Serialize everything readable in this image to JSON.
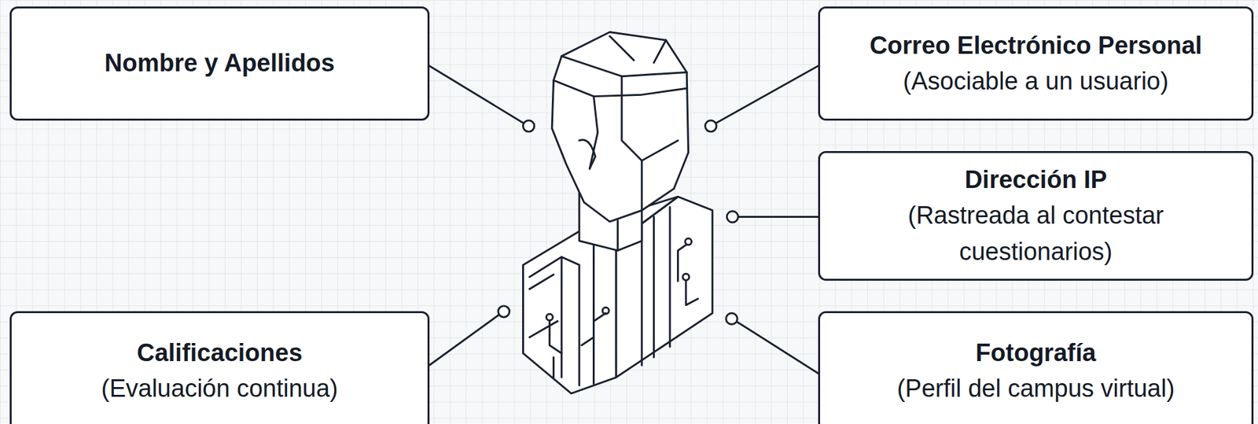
{
  "diagram": {
    "nodes": [
      {
        "text": [
          "Nombre y Apellidos"
        ]
      },
      {
        "text": [
          "Correo Electrónico Personal",
          "(Asociable a un usuario)"
        ]
      },
      {
        "text": [
          "Dirección IP",
          "(Rastreada al contestar cuestionarios)"
        ]
      },
      {
        "text": [
          "Calificaciones",
          "(Evaluación continua)"
        ]
      },
      {
        "text": [
          "Fotografía",
          "(Perfil del campus virtual)"
        ]
      }
    ]
  }
}
